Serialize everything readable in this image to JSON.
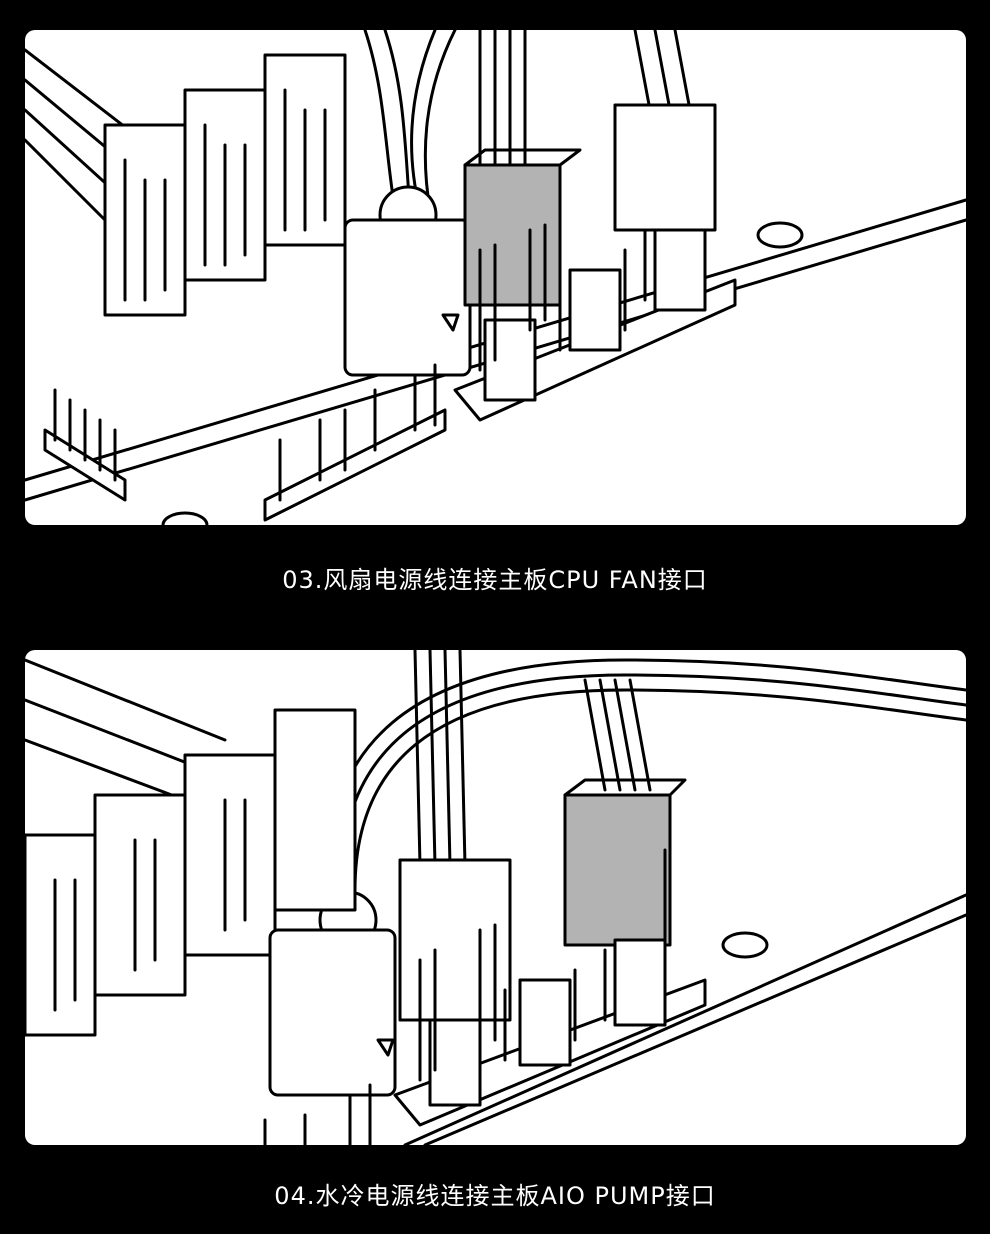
{
  "steps": [
    {
      "caption": "03.风扇电源线连接主板CPU FAN接口",
      "illustration": "motherboard-cpu-fan-header-illustration"
    },
    {
      "caption": "04.水冷电源线连接主板AIO PUMP接口",
      "illustration": "motherboard-aio-pump-header-illustration"
    }
  ],
  "colors": {
    "background": "#000000",
    "panel": "#ffffff",
    "line": "#000000",
    "highlight_connector": "#b3b3b3",
    "caption_text": "#ffffff"
  }
}
